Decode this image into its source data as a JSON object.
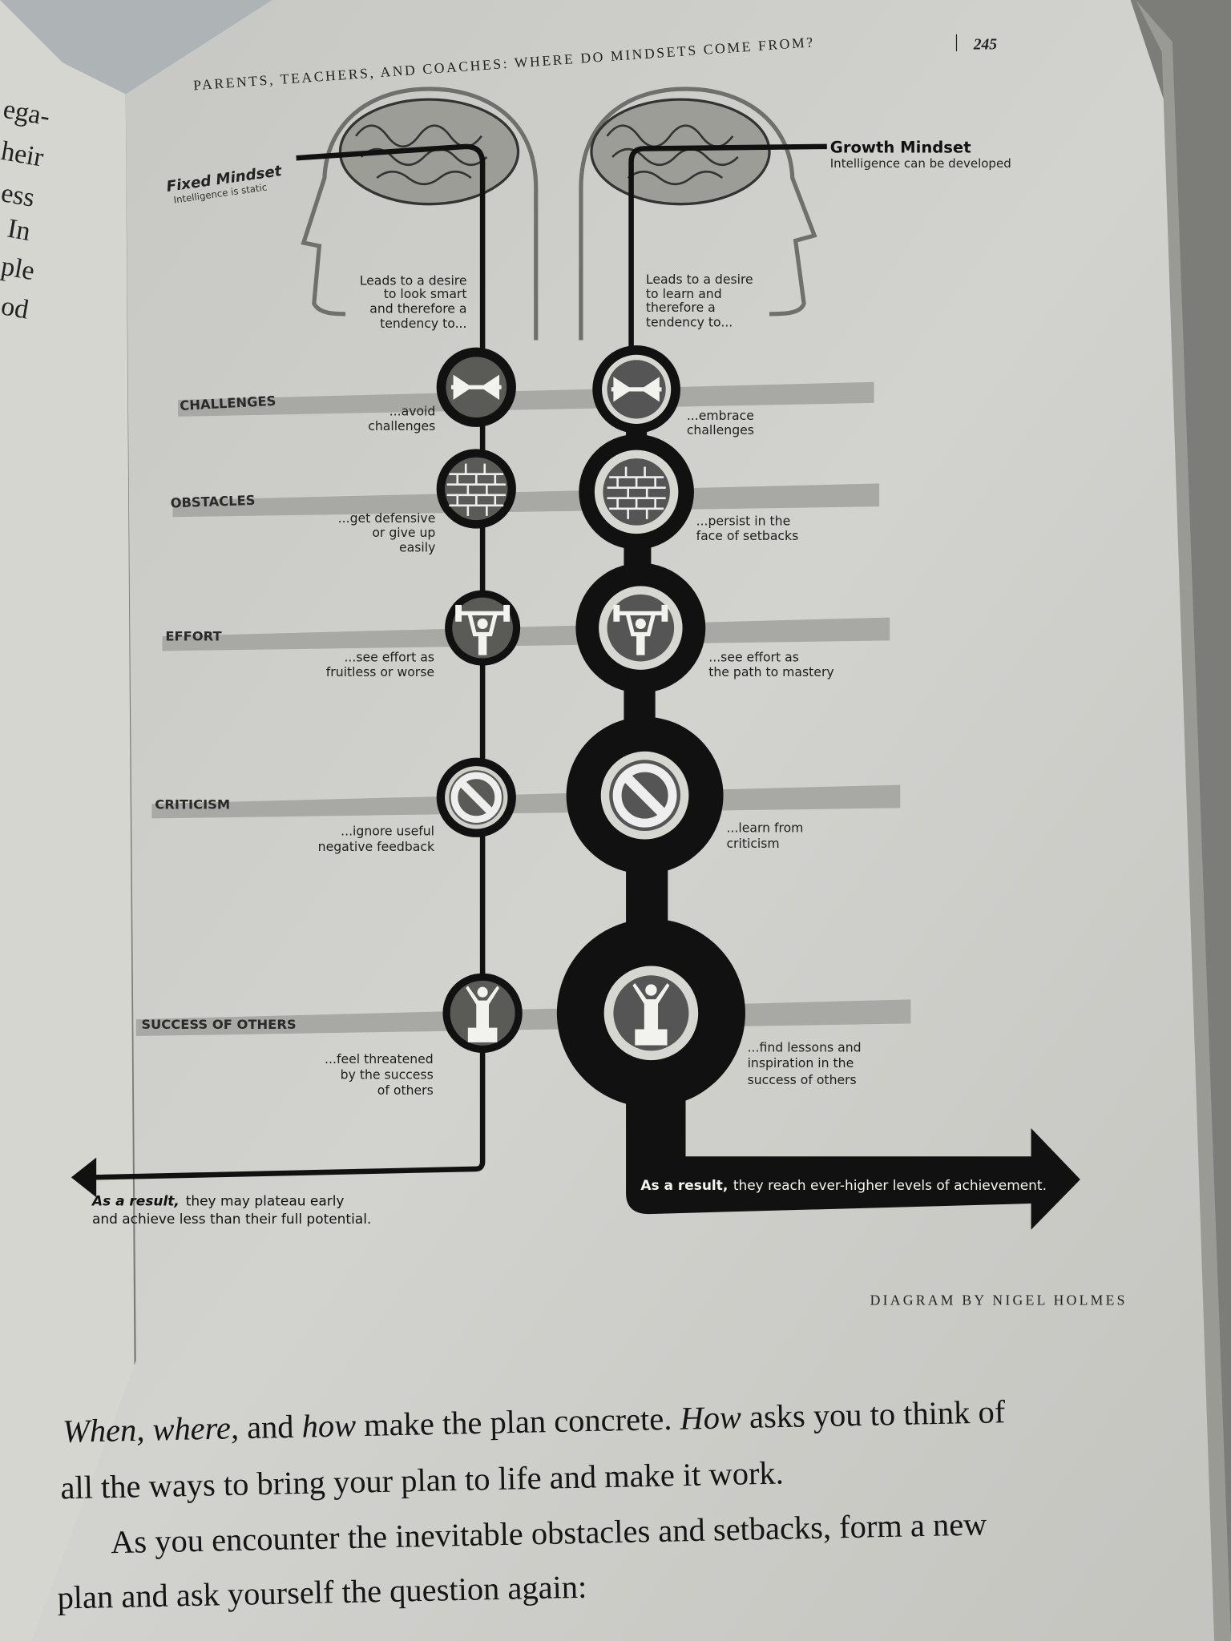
{
  "left_page": {
    "fragments": [
      "ega-",
      "heir",
      "ess",
      "In",
      "ple",
      "od"
    ]
  },
  "header": {
    "running_title": "PARENTS, TEACHERS, AND COACHES: WHERE DO MINDSETS COME FROM?",
    "separator": "|",
    "page_number": "245"
  },
  "fixed": {
    "title": "Fixed Mindset",
    "subtitle": "Intelligence is static",
    "intro": [
      "Leads to a desire",
      "to look smart",
      "and therefore a",
      "tendency to..."
    ],
    "responses": [
      [
        "...avoid",
        "challenges"
      ],
      [
        "...get defensive",
        "or give up",
        "easily"
      ],
      [
        "...see effort as",
        "fruitless or worse"
      ],
      [
        "...ignore useful",
        "negative feedback"
      ],
      [
        "...feel threatened",
        "by the success",
        "of others"
      ]
    ],
    "result_bold": "As a result,",
    "result_line1": "they may plateau early",
    "result_line2": "and achieve less than their full potential."
  },
  "growth": {
    "title": "Growth Mindset",
    "subtitle": "Intelligence can be developed",
    "intro": [
      "Leads to a desire",
      "to learn and",
      "therefore a",
      "tendency to..."
    ],
    "responses": [
      [
        "...embrace",
        "challenges"
      ],
      [
        "...persist in the",
        "face of setbacks"
      ],
      [
        "...see effort as",
        "the path to mastery"
      ],
      [
        "...learn from",
        "criticism"
      ],
      [
        "...find lessons and",
        "inspiration in the",
        "success of others"
      ]
    ],
    "result_bold": "As a result,",
    "result_text": "they reach ever-higher levels of achievement."
  },
  "categories": [
    "CHALLENGES",
    "OBSTACLES",
    "EFFORT",
    "CRITICISM",
    "SUCCESS OF OTHERS"
  ],
  "icons": [
    "arrows-inward-icon",
    "brick-wall-icon",
    "weightlifter-icon",
    "prohibition-icon",
    "winner-podium-icon"
  ],
  "credit": "DIAGRAM BY NIGEL HOLMES",
  "body": {
    "p1_l1": [
      {
        "t": "When, where,",
        "i": true
      },
      {
        "t": " and ",
        "i": false
      },
      {
        "t": "how",
        "i": true
      },
      {
        "t": " make the plan concrete. ",
        "i": false
      },
      {
        "t": "How",
        "i": true
      },
      {
        "t": " asks you to think of",
        "i": false
      }
    ],
    "p1_l2": "all the ways to bring your plan to life and make it work.",
    "p2_l1": "As you encounter the inevitable obstacles and setbacks, form a new",
    "p2_l2": "plan and ask yourself the question again:"
  },
  "colors": {
    "paper": "#cfcfca",
    "ink": "#111111",
    "band": "#a9a9a5"
  }
}
